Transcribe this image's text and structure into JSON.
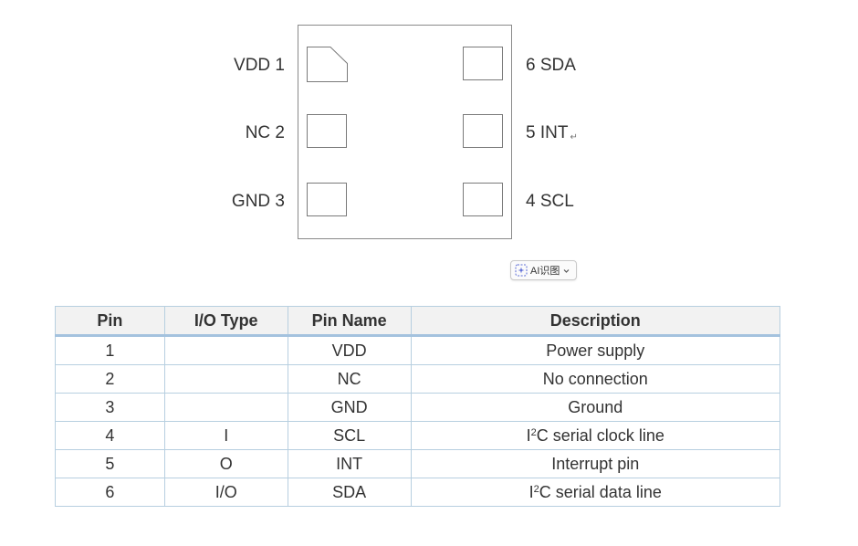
{
  "diagram": {
    "left_pins": [
      {
        "label": "VDD 1"
      },
      {
        "label": "NC 2"
      },
      {
        "label": "GND 3"
      }
    ],
    "right_pins": [
      {
        "label": "6 SDA"
      },
      {
        "label": "5 INT",
        "mark": "↵"
      },
      {
        "label": "4 SCL"
      }
    ]
  },
  "ai_button": {
    "label": "AI识图",
    "icon": "ai-spark-icon",
    "chevron": "chevron-down-icon"
  },
  "table": {
    "headers": [
      "Pin",
      "I/O Type",
      "Pin Name",
      "Description"
    ],
    "rows": [
      {
        "pin": "1",
        "io": "",
        "name": "VDD",
        "desc": "Power supply"
      },
      {
        "pin": "2",
        "io": "",
        "name": "NC",
        "desc": "No connection"
      },
      {
        "pin": "3",
        "io": "",
        "name": "GND",
        "desc": "Ground"
      },
      {
        "pin": "4",
        "io": "I",
        "name": "SCL",
        "desc_pre": "I",
        "desc_sup": "2",
        "desc_post": "C serial clock line"
      },
      {
        "pin": "5",
        "io": "O",
        "name": "INT",
        "desc": "Interrupt pin"
      },
      {
        "pin": "6",
        "io": "I/O",
        "name": "SDA",
        "desc_pre": "I",
        "desc_sup": "2",
        "desc_post": "C serial data line"
      }
    ]
  },
  "colors": {
    "table_border": "#b7cfe0",
    "header_underline": "#a4c2de",
    "header_bg": "#f2f2f2"
  }
}
